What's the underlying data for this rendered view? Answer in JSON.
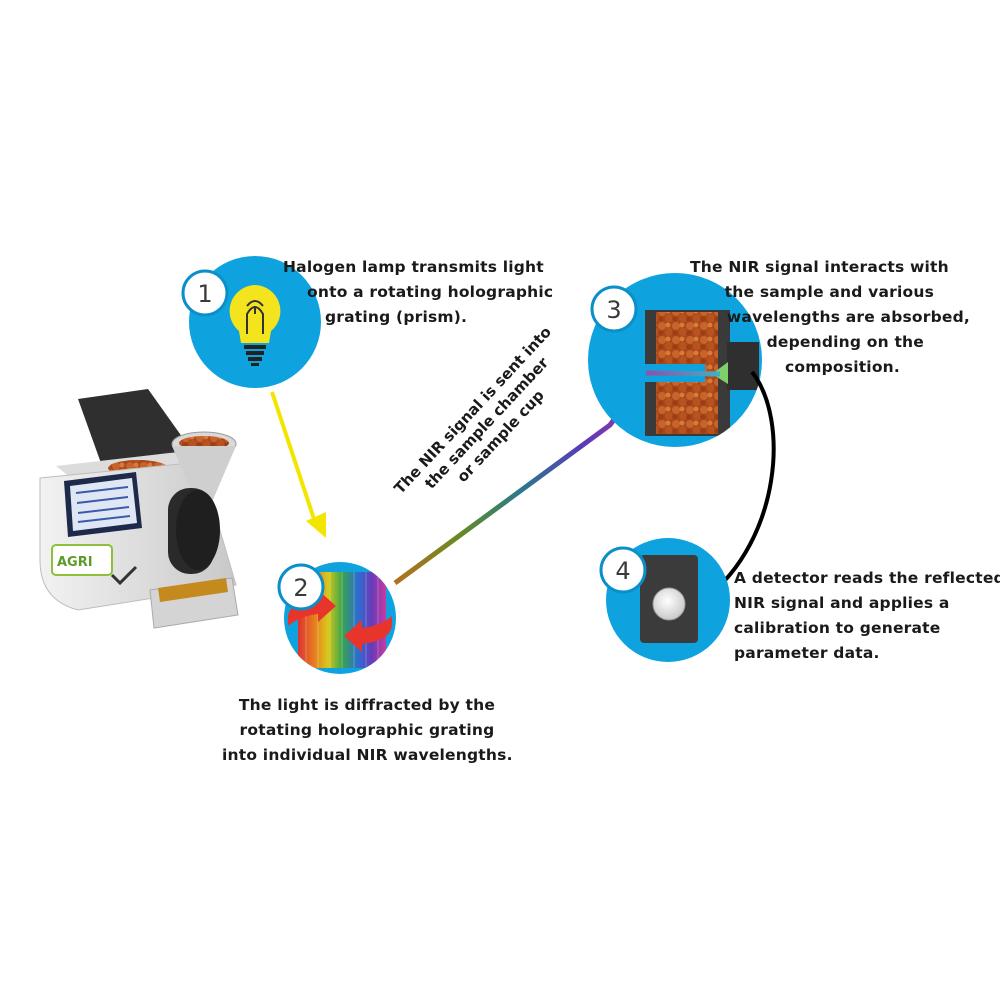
{
  "steps": [
    {
      "number": "1",
      "lines": [
        "Halogen lamp transmits light",
        "onto a rotating holographic",
        "grating (prism)."
      ]
    },
    {
      "number": "2",
      "lines": [
        "The light is diffracted by the",
        "rotating holographic grating",
        "into individual NIR wavelengths."
      ]
    },
    {
      "number": "3",
      "lines": [
        "The NIR signal interacts with",
        "the sample and various",
        "wavelengths are absorbed,",
        "depending on the",
        "composition."
      ]
    },
    {
      "number": "4",
      "lines": [
        "A detector reads the reflected",
        "NIR signal and applies a",
        "calibration to generate",
        "parameter data."
      ]
    }
  ],
  "signal_label": [
    "The NIR signal is sent into",
    "the sample chamber",
    "or sample cup"
  ],
  "device": {
    "logo": "AGRI"
  },
  "colors": {
    "circle_blue": "#0ea3df",
    "badge_border": "#0b8fc9",
    "arrow_yellow": "#f2e600",
    "arrow_red": "#e8352b",
    "return_arrow": "#000000",
    "sample_orange": "#b5561e",
    "detector_dark": "#3b3b3b"
  }
}
